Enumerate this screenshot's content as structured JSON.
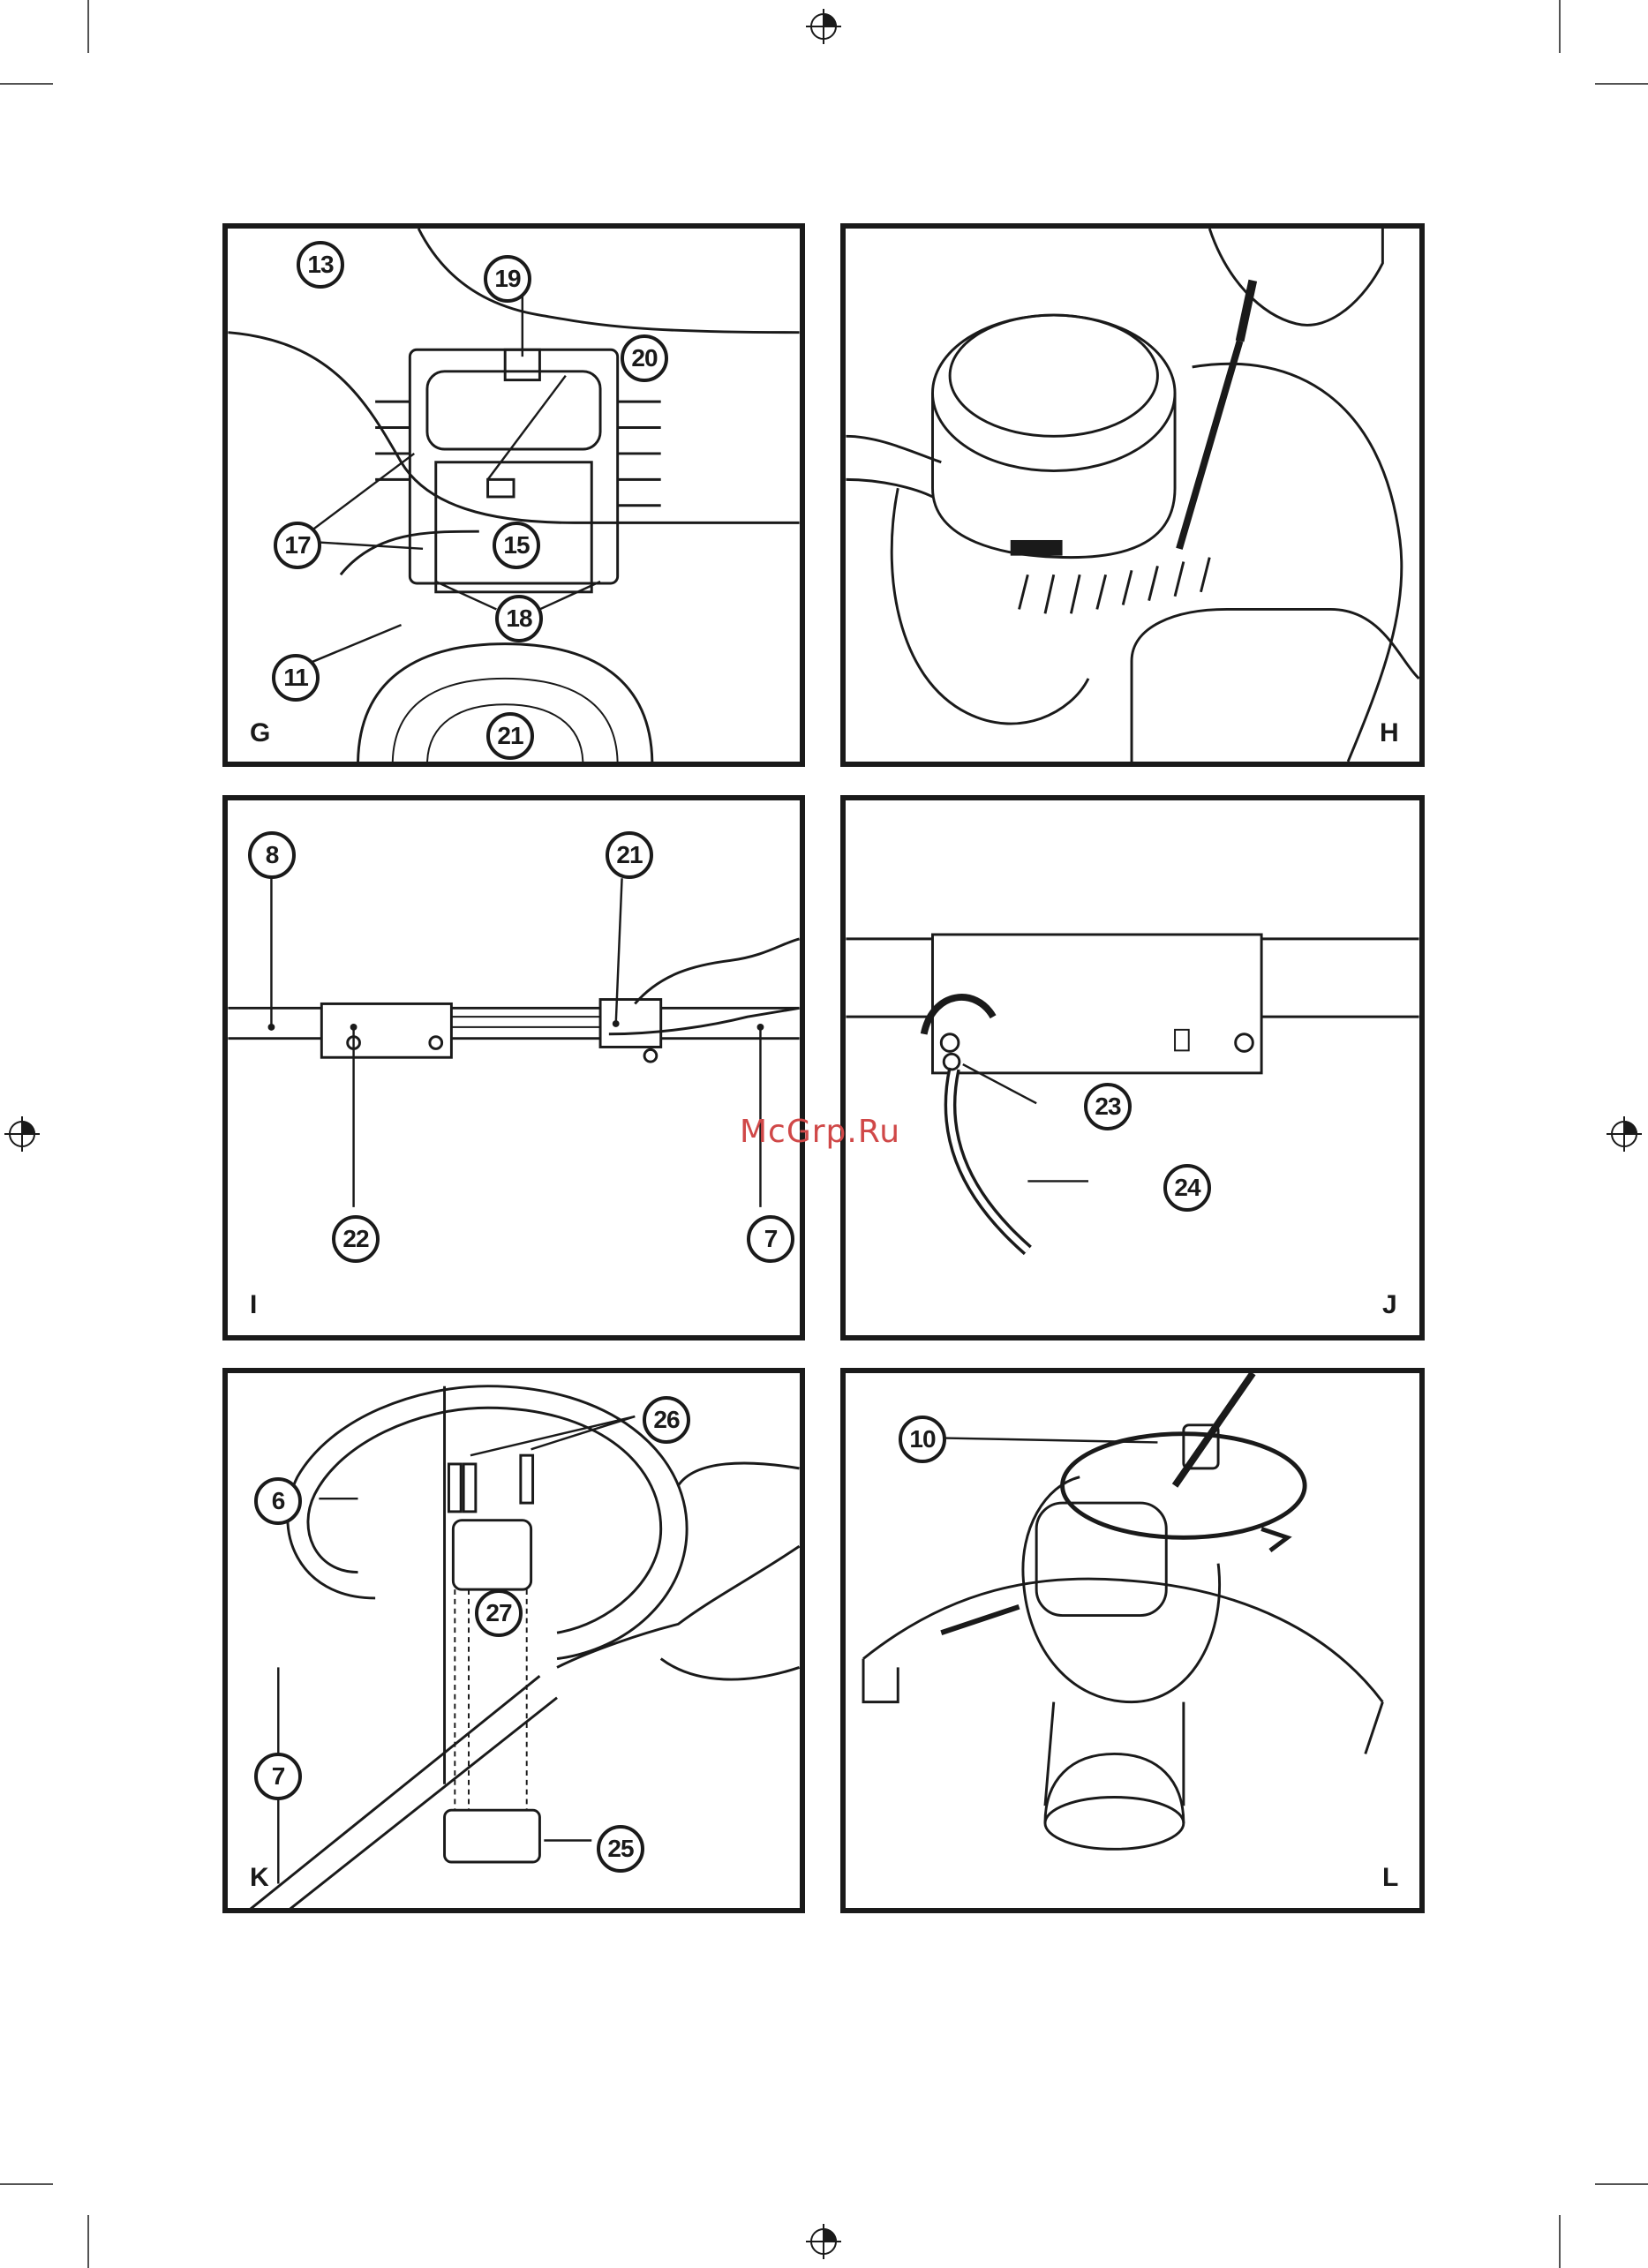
{
  "watermark": "McGrp.Ru",
  "panels": {
    "G": {
      "label": "G",
      "callouts": [
        "13",
        "19",
        "20",
        "17",
        "15",
        "18",
        "11",
        "21"
      ]
    },
    "H": {
      "label": "H"
    },
    "I": {
      "label": "I",
      "callouts": [
        "8",
        "21",
        "22",
        "7"
      ]
    },
    "J": {
      "label": "J",
      "callouts": [
        "23",
        "24"
      ]
    },
    "K": {
      "label": "K",
      "callouts": [
        "26",
        "6",
        "27",
        "7",
        "25"
      ]
    },
    "L": {
      "label": "L",
      "callouts": [
        "10"
      ]
    }
  }
}
